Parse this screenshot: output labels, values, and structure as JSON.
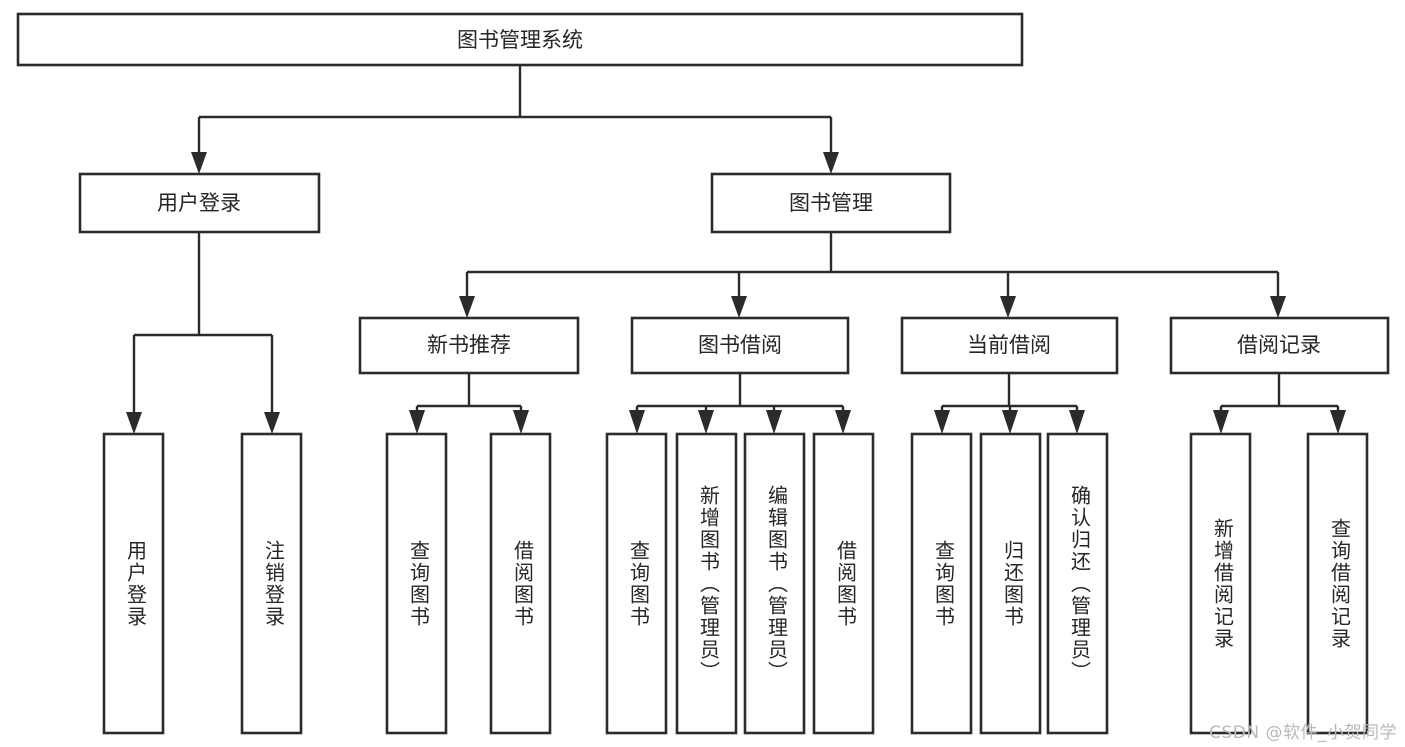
{
  "diagram": {
    "type": "tree-hierarchy",
    "title": "图书管理系统",
    "root": {
      "id": "root",
      "label": "图书管理系统"
    },
    "level2": [
      {
        "id": "user-login",
        "label": "用户登录"
      },
      {
        "id": "book-manage",
        "label": "图书管理"
      }
    ],
    "level3": [
      {
        "id": "new-book-recommend",
        "label": "新书推荐",
        "parent": "book-manage"
      },
      {
        "id": "book-borrow",
        "label": "图书借阅",
        "parent": "book-manage"
      },
      {
        "id": "current-borrow",
        "label": "当前借阅",
        "parent": "book-manage"
      },
      {
        "id": "borrow-record",
        "label": "借阅记录",
        "parent": "book-manage"
      }
    ],
    "leaves": {
      "user-login": [
        {
          "id": "leaf-user-login",
          "label": "用户登录"
        },
        {
          "id": "leaf-user-logout",
          "label": "注销登录"
        }
      ],
      "new-book-recommend": [
        {
          "id": "leaf-query-book-1",
          "label": "查询图书"
        },
        {
          "id": "leaf-borrow-book-1",
          "label": "借阅图书"
        }
      ],
      "book-borrow": [
        {
          "id": "leaf-query-book-2",
          "label": "查询图书"
        },
        {
          "id": "leaf-add-book",
          "label": "新增图书（管理员）"
        },
        {
          "id": "leaf-edit-book",
          "label": "编辑图书（管理员）"
        },
        {
          "id": "leaf-borrow-book-2",
          "label": "借阅图书"
        }
      ],
      "current-borrow": [
        {
          "id": "leaf-query-book-3",
          "label": "查询图书"
        },
        {
          "id": "leaf-return-book",
          "label": "归还图书"
        },
        {
          "id": "leaf-confirm-return",
          "label": "确认归还（管理员）"
        }
      ],
      "borrow-record": [
        {
          "id": "leaf-add-record",
          "label": "新增借阅记录"
        },
        {
          "id": "leaf-query-record",
          "label": "查询借阅记录"
        }
      ]
    }
  },
  "watermark": {
    "text": "CSDN @软件_小贺同学"
  },
  "colors": {
    "stroke": "#2b2b2b",
    "fill": "#ffffff",
    "text": "#262626",
    "watermark": "#b9b9b9"
  }
}
